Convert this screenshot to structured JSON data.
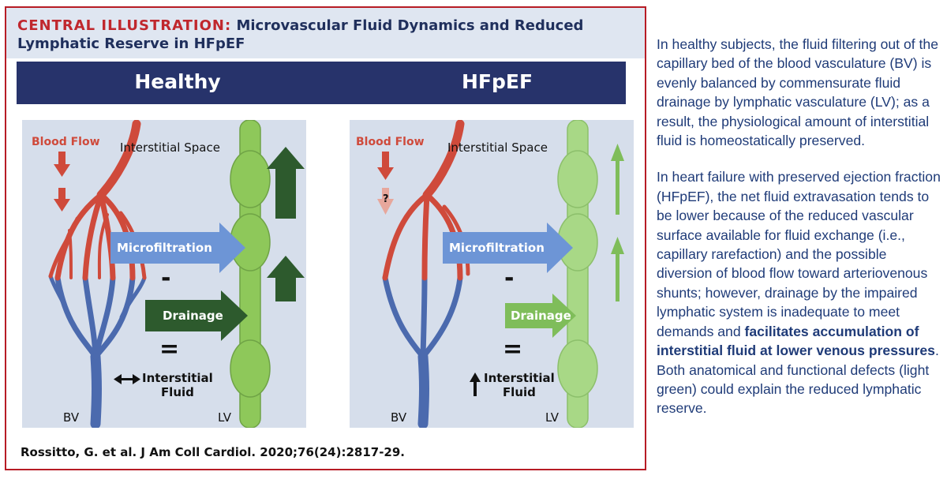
{
  "figure": {
    "title_prefix": "CENTRAL ILLUSTRATION:",
    "title_line1": "Microvascular Fluid Dynamics and Reduced",
    "title_line2": "Lymphatic Reserve in HFpEF",
    "citation": "Rossitto, G. et al. J Am Coll Cardiol. 2020;76(24):2817-29."
  },
  "panels": [
    {
      "title": "Healthy",
      "blood_flow_label": "Blood Flow",
      "interstitial_space_label": "Interstitial Space",
      "microfiltration_label": "Microfiltration",
      "minus_symbol": "-",
      "drainage_label": "Drainage",
      "equals_symbol": "=",
      "interstitial_fluid_line1": "Interstitial",
      "interstitial_fluid_line2": "Fluid",
      "bv_label": "BV",
      "lv_label": "LV",
      "fluid_change_icon": "left-right-arrow-icon"
    },
    {
      "title": "HFpEF",
      "blood_flow_label": "Blood Flow",
      "uncertain_label": "?",
      "interstitial_space_label": "Interstitial Space",
      "microfiltration_label": "Microfiltration",
      "minus_symbol": "-",
      "drainage_label": "Drainage",
      "equals_symbol": "=",
      "interstitial_fluid_line1": "Interstitial",
      "interstitial_fluid_line2": "Fluid",
      "bv_label": "BV",
      "lv_label": "LV",
      "fluid_change_icon": "up-arrow-icon"
    }
  ],
  "colors": {
    "frame_border": "#b71c25",
    "title_band": "#dfe6f1",
    "header_bar": "#27336b",
    "panel_bg": "#d6deeb",
    "artery": "#cf4a3b",
    "vein": "#4b6aae",
    "lymphatic": "#8ec85a",
    "microfiltration_arrow": "#6d95d6",
    "drainage_dark": "#2d5a2d",
    "drainage_light": "#7fbd5a",
    "side_text": "#1f3b78"
  },
  "side_text": {
    "paragraph1": "In healthy subjects, the fluid filtering out of the capillary bed of the blood vasculature (BV) is evenly balanced by commensurate fluid drainage by lymphatic vasculature (LV); as a result, the physiological amount of interstitial fluid is homeostatically preserved.",
    "paragraph2_start": "In heart failure with preserved ejection fraction (HFpEF), the net fluid extravasation tends to be lower because of the reduced vascular surface available for fluid exchange (i.e., capillary rarefaction) and the possible diversion of blood flow toward arteriovenous shunts; however, drainage by the impaired lymphatic system is inadequate to meet demands and ",
    "paragraph2_emphasis": "facilitates accumulation of interstitial fluid at lower venous pressures",
    "paragraph2_end": ". Both anatomical and functional defects (light green) could explain the reduced lymphatic reserve."
  }
}
